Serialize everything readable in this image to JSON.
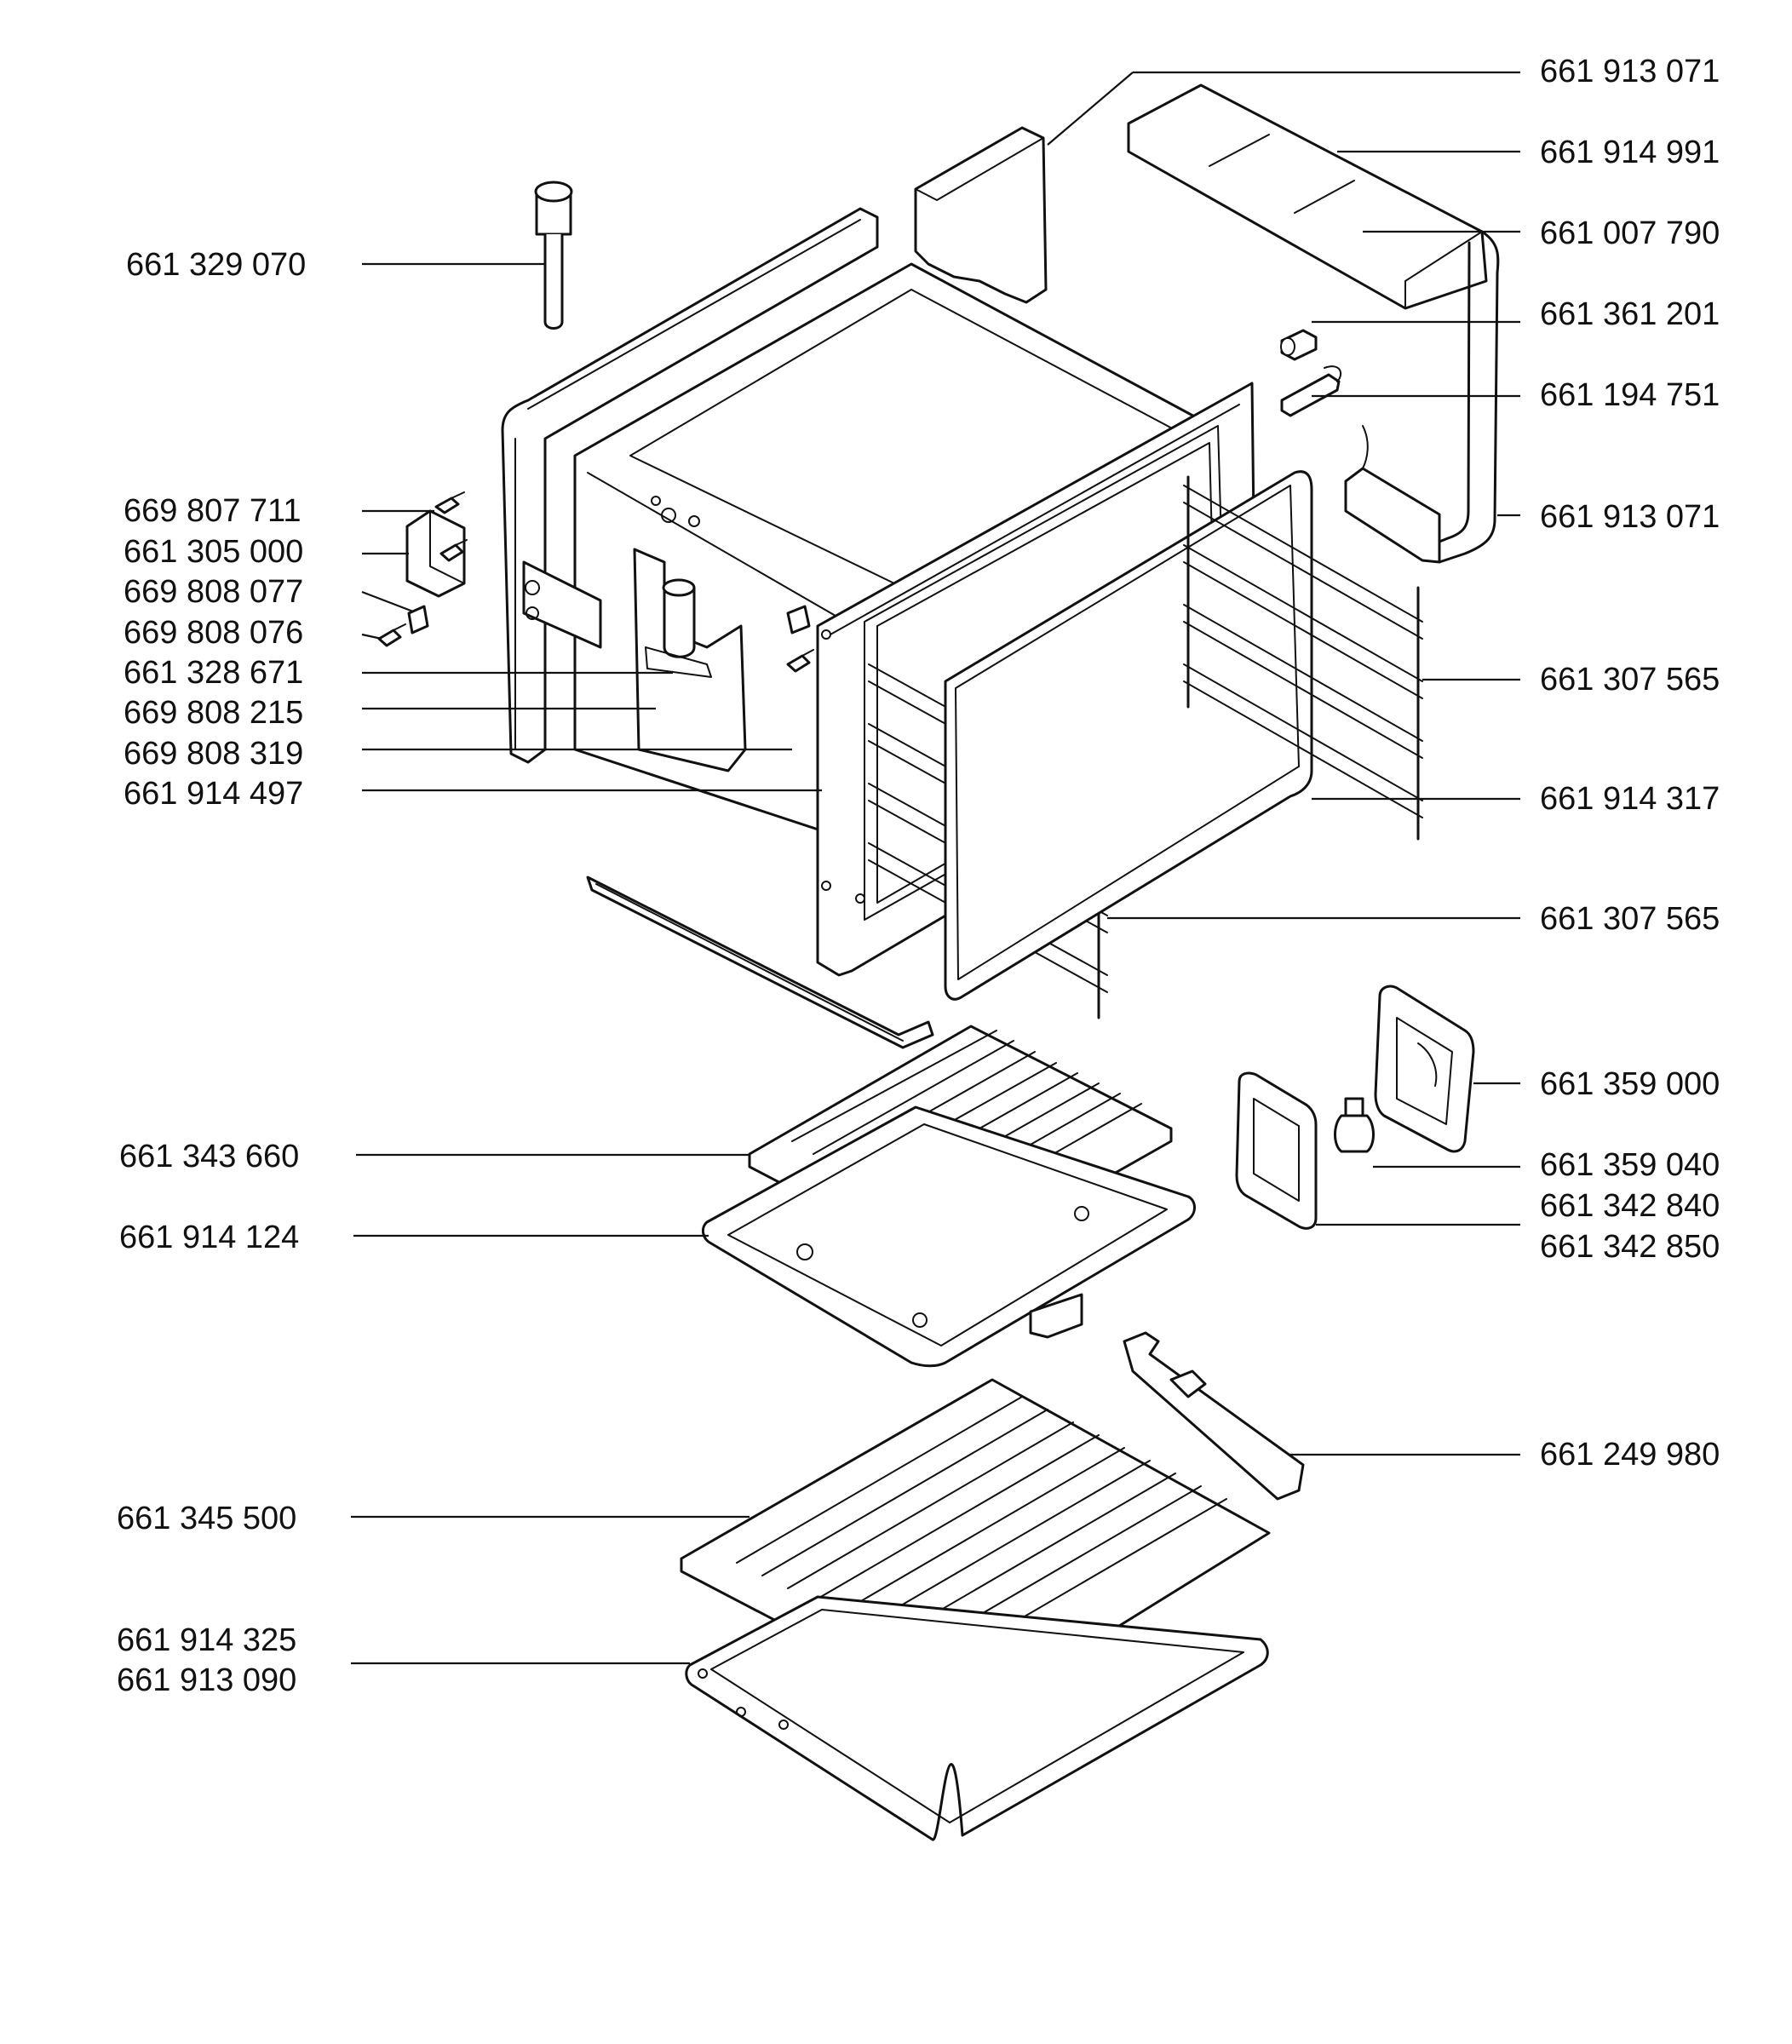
{
  "labels_left": [
    {
      "id": "l-329070",
      "text": "661 329 070"
    },
    {
      "id": "l-807711",
      "text": "669 807 711"
    },
    {
      "id": "l-305000",
      "text": "661 305 000"
    },
    {
      "id": "l-808077",
      "text": "669 808 077"
    },
    {
      "id": "l-808076",
      "text": "669 808 076"
    },
    {
      "id": "l-328671",
      "text": "661 328 671"
    },
    {
      "id": "l-808215",
      "text": "669 808 215"
    },
    {
      "id": "l-808319",
      "text": "669 808 319"
    },
    {
      "id": "l-914497",
      "text": "661 914 497"
    },
    {
      "id": "l-343660",
      "text": "661 343 660"
    },
    {
      "id": "l-914124",
      "text": "661 914 124"
    },
    {
      "id": "l-345500",
      "text": "661 345 500"
    },
    {
      "id": "l-914325",
      "text": "661 914 325"
    },
    {
      "id": "l-913090",
      "text": "661 913 090"
    }
  ],
  "labels_right": [
    {
      "id": "r-913071a",
      "text": "661 913 071"
    },
    {
      "id": "r-914991",
      "text": "661 914 991"
    },
    {
      "id": "r-007790",
      "text": "661 007 790"
    },
    {
      "id": "r-361201",
      "text": "661 361 201"
    },
    {
      "id": "r-194751",
      "text": "661 194 751"
    },
    {
      "id": "r-913071b",
      "text": "661 913 071"
    },
    {
      "id": "r-307565a",
      "text": "661 307 565"
    },
    {
      "id": "r-914317",
      "text": "661 914 317"
    },
    {
      "id": "r-307565b",
      "text": "661 307 565"
    },
    {
      "id": "r-359000",
      "text": "661 359 000"
    },
    {
      "id": "r-359040",
      "text": "661 359 040"
    },
    {
      "id": "r-342840",
      "text": "661 342 840"
    },
    {
      "id": "r-342850",
      "text": "661 342 850"
    },
    {
      "id": "r-249980",
      "text": "661 249 980"
    }
  ]
}
